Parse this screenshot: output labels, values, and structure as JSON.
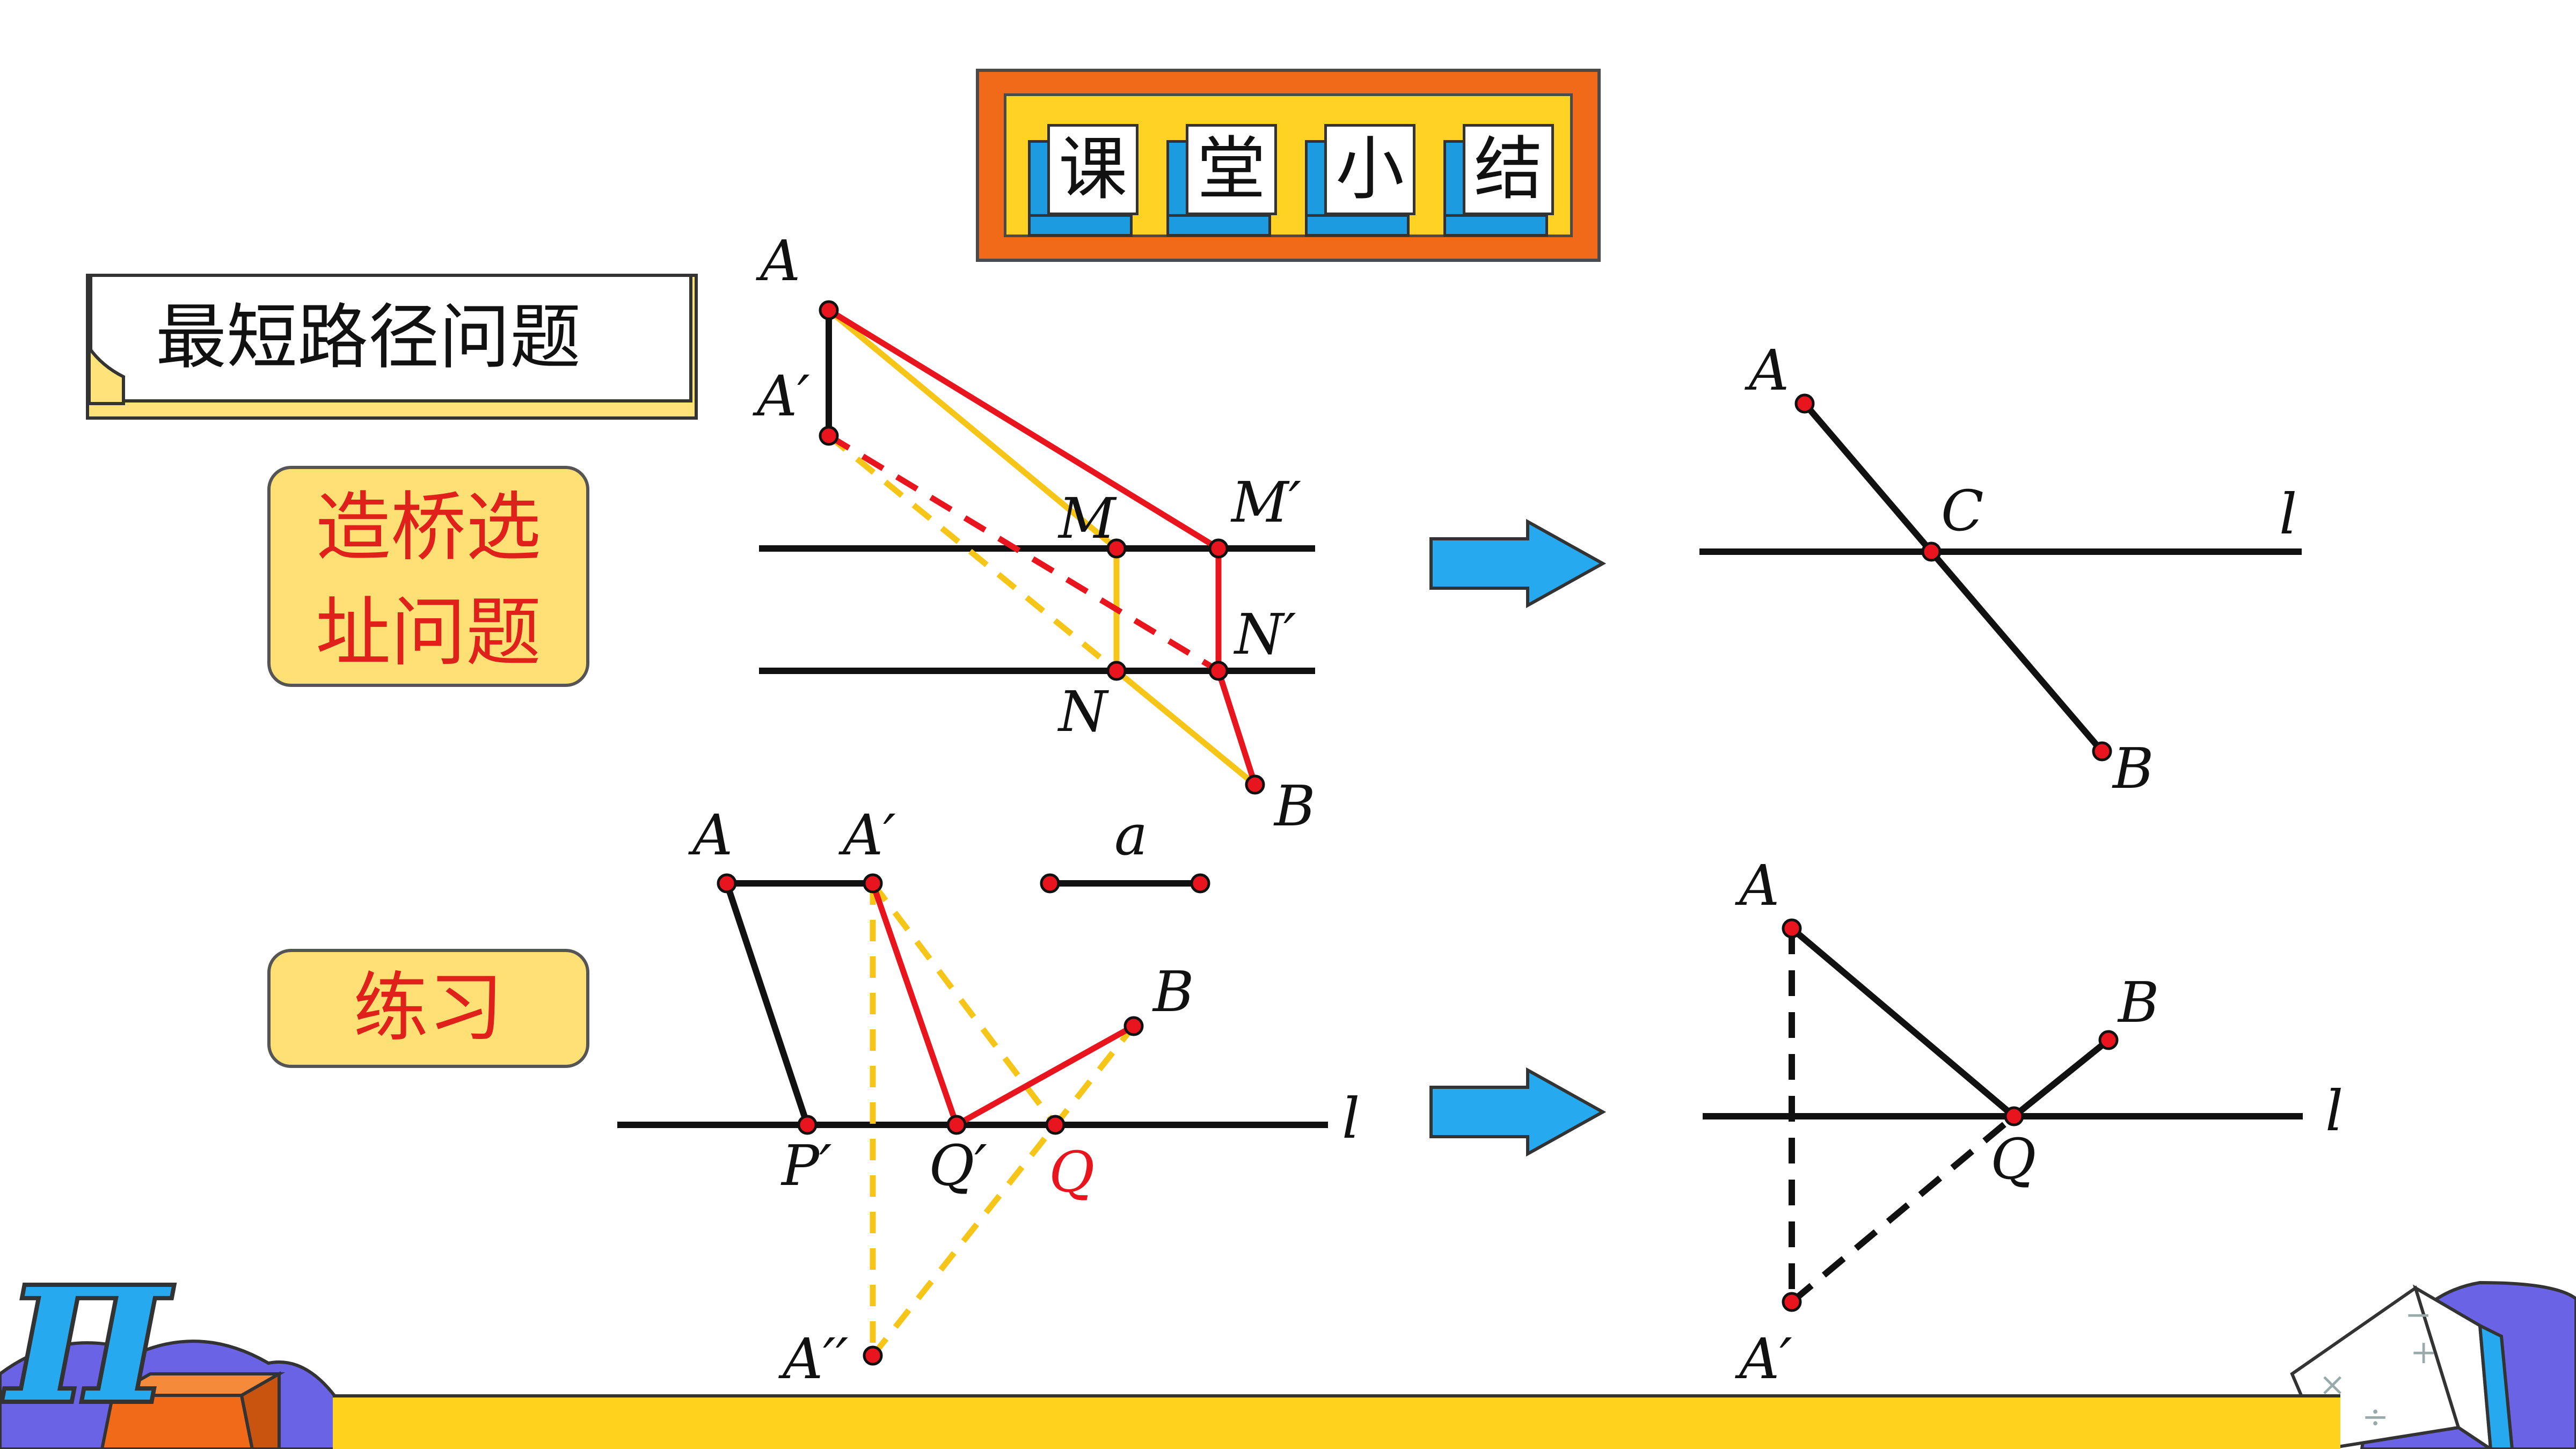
{
  "title": {
    "chars": [
      "课",
      "堂",
      "小",
      "结"
    ]
  },
  "topic_label": "最短路径问题",
  "tags": {
    "bridge": [
      "造桥选",
      "址问题"
    ],
    "practice": "练习"
  },
  "colors": {
    "red": "#e8141e",
    "yellow": "#f5c518",
    "black": "#111111",
    "arrow": "#27a9ef",
    "point_fill": "#e8141e",
    "tag_bg": "#ffe075",
    "tag_text": "#e0201a",
    "title_frame": "#f06a1a"
  },
  "figure_bridge": {
    "labels": {
      "A": "A",
      "A1": "A′",
      "M": "M",
      "M1": "M′",
      "N": "N",
      "N1": "N′",
      "B": "B"
    }
  },
  "figure_practice": {
    "labels": {
      "A": "A",
      "A1": "A′",
      "a": "a",
      "B": "B",
      "l": "l",
      "P1": "P′",
      "Q1": "Q′",
      "Q": "Q",
      "A2": "A′′"
    }
  },
  "figure_line": {
    "labels": {
      "A": "A",
      "C": "C",
      "l": "l",
      "B": "B"
    }
  },
  "figure_reflect": {
    "labels": {
      "A": "A",
      "B": "B",
      "l": "l",
      "Q": "Q",
      "A1": "A′"
    }
  },
  "decor": {
    "pi_symbol": "π"
  }
}
